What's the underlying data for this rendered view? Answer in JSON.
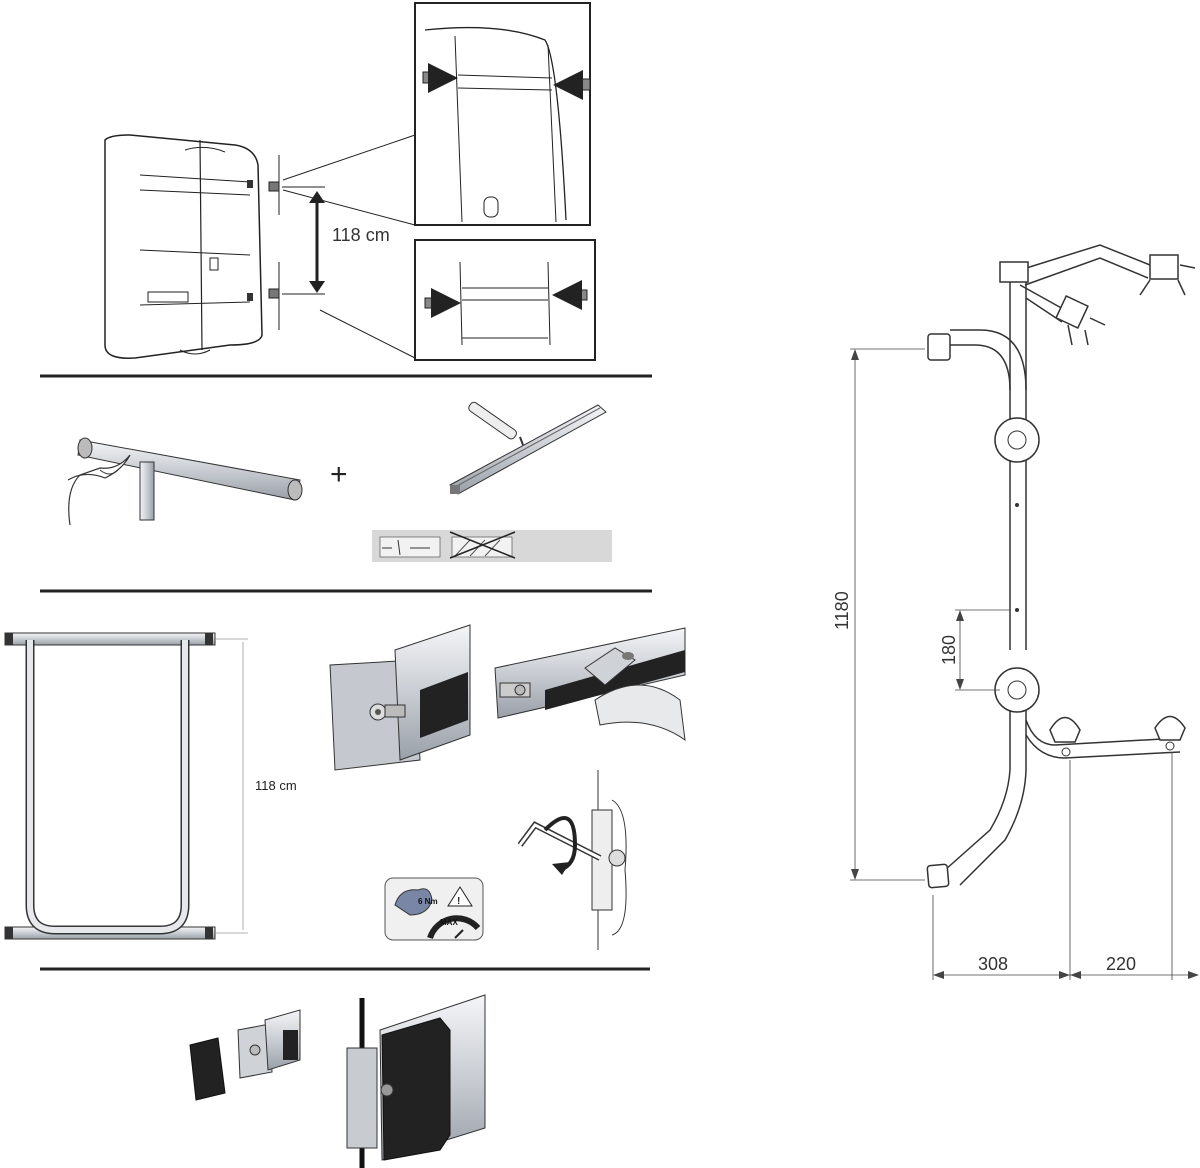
{
  "step1": {
    "distance_label": "118 cm"
  },
  "step2": {
    "plus_sign": "+"
  },
  "step3": {
    "distance_label": "118 cm",
    "torque_value": "6 Nm",
    "torque_max": "MAX"
  },
  "drawing": {
    "height": "1180",
    "spacing": "180",
    "width_left": "308",
    "width_right": "220"
  },
  "colors": {
    "line": "#222222",
    "metal_light": "#e2e4e8",
    "metal_mid": "#b9bec6",
    "rubber": "#1f1f1f",
    "gray_panel": "#d8d8d8"
  }
}
